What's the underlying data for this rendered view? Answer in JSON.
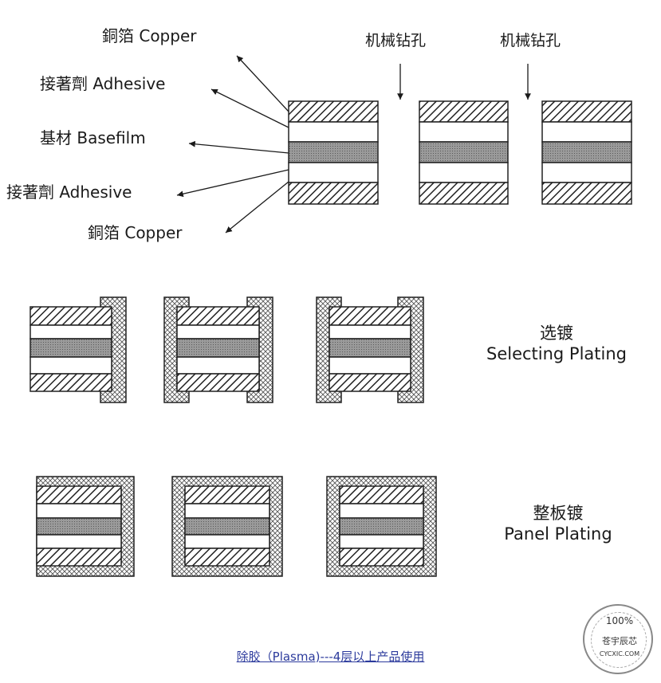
{
  "labels": {
    "copper_top": "銅箔 Copper",
    "adhesive_top": "接著劑 Adhesive",
    "basefilm": "基材 Basefilm",
    "adhesive_bottom": "接著劑 Adhesive",
    "copper_bottom": "銅箔 Copper",
    "drill_left": "机械钻孔",
    "drill_right": "机械钻孔"
  },
  "selecting": {
    "cn": "选镀",
    "en": "Selecting Plating"
  },
  "panel": {
    "cn": "整板镀",
    "en": "Panel Plating"
  },
  "caption": "除胶（Plasma)---4层以上产品使用",
  "stamp": {
    "top": "100%",
    "middle": "苍宇辰芯",
    "bottom": "CYCXIC.COM"
  }
}
